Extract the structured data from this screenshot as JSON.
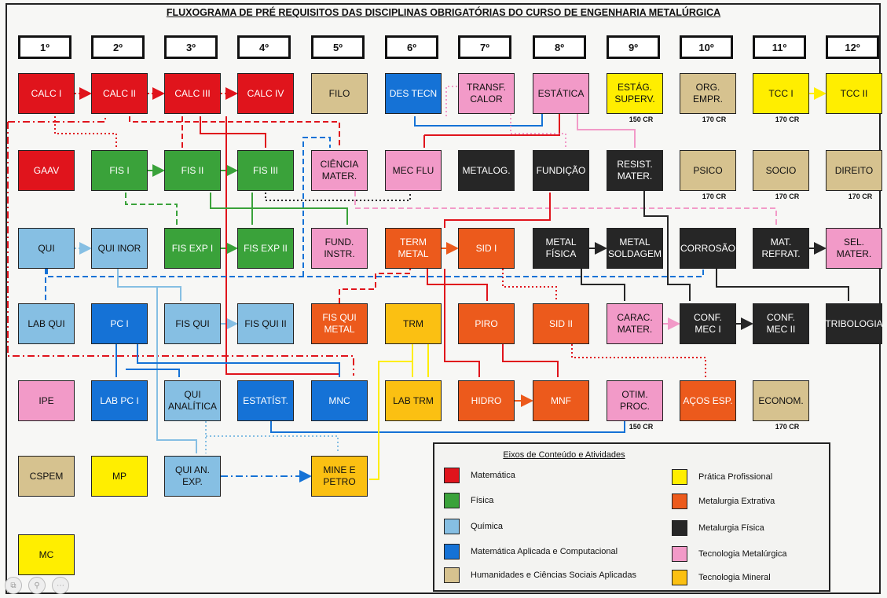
{
  "title": "FLUXOGRAMA DE PRÉ REQUISITOS DAS DISCIPLINAS OBRIGATÓRIAS DO CURSO DE ENGENHARIA METALÚRGICA",
  "colors": {
    "matematica": "#e0141c",
    "fisica": "#3aa23a",
    "quimica": "#86bfe3",
    "mat_aplicada": "#1572d6",
    "humanidades": "#d6c28f",
    "pratica": "#ffee00",
    "extrativa": "#ec5a1c",
    "fisica_met": "#262626",
    "tecnologia": "#f29ac8",
    "mineral": "#fbc012"
  },
  "semesters": [
    "1º",
    "2º",
    "3º",
    "4º",
    "5º",
    "6º",
    "7º",
    "8º",
    "9º",
    "10º",
    "11º",
    "12º"
  ],
  "courses": [
    {
      "id": "calc1",
      "label": "CALC I",
      "group": "matematica",
      "col": 0,
      "row": 0
    },
    {
      "id": "calc2",
      "label": "CALC II",
      "group": "matematica",
      "col": 1,
      "row": 0
    },
    {
      "id": "calc3",
      "label": "CALC III",
      "group": "matematica",
      "col": 2,
      "row": 0
    },
    {
      "id": "calc4",
      "label": "CALC IV",
      "group": "matematica",
      "col": 3,
      "row": 0
    },
    {
      "id": "filo",
      "label": "FILO",
      "group": "humanidades",
      "col": 4,
      "row": 0
    },
    {
      "id": "destecn",
      "label": "DES TECN",
      "group": "mat_aplicada",
      "col": 5,
      "row": 0
    },
    {
      "id": "transf",
      "label": "TRANSF.\nCALOR",
      "group": "tecnologia",
      "col": 6,
      "row": 0
    },
    {
      "id": "estatica",
      "label": "ESTÁTICA",
      "group": "tecnologia",
      "col": 7,
      "row": 0
    },
    {
      "id": "estag",
      "label": "ESTÁG.\nSUPERV.",
      "group": "pratica",
      "col": 8,
      "row": 0,
      "cr": "150 CR"
    },
    {
      "id": "org",
      "label": "ORG.\nEMPR.",
      "group": "humanidades",
      "col": 9,
      "row": 0,
      "cr": "170 CR"
    },
    {
      "id": "tcc1",
      "label": "TCC I",
      "group": "pratica",
      "col": 10,
      "row": 0,
      "cr": "170 CR"
    },
    {
      "id": "tcc2",
      "label": "TCC II",
      "group": "pratica",
      "col": 11,
      "row": 0
    },
    {
      "id": "gaav",
      "label": "GAAV",
      "group": "matematica",
      "col": 0,
      "row": 1
    },
    {
      "id": "fis1",
      "label": "FIS I",
      "group": "fisica",
      "col": 1,
      "row": 1
    },
    {
      "id": "fis2",
      "label": "FIS II",
      "group": "fisica",
      "col": 2,
      "row": 1
    },
    {
      "id": "fis3",
      "label": "FIS III",
      "group": "fisica",
      "col": 3,
      "row": 1
    },
    {
      "id": "ciencia",
      "label": "CIÊNCIA\nMATER.",
      "group": "tecnologia",
      "col": 4,
      "row": 1
    },
    {
      "id": "mecflu",
      "label": "MEC FLU",
      "group": "tecnologia",
      "col": 5,
      "row": 1
    },
    {
      "id": "metalog",
      "label": "METALOG.",
      "group": "fisica_met",
      "col": 6,
      "row": 1
    },
    {
      "id": "fundicao",
      "label": "FUNDIÇÃO",
      "group": "fisica_met",
      "col": 7,
      "row": 1
    },
    {
      "id": "resist",
      "label": "RESIST.\nMATER.",
      "group": "fisica_met",
      "col": 8,
      "row": 1
    },
    {
      "id": "psico",
      "label": "PSICO",
      "group": "humanidades",
      "col": 9,
      "row": 1,
      "cr": "170 CR"
    },
    {
      "id": "socio",
      "label": "SOCIO",
      "group": "humanidades",
      "col": 10,
      "row": 1,
      "cr": "170 CR"
    },
    {
      "id": "direito",
      "label": "DIREITO",
      "group": "humanidades",
      "col": 11,
      "row": 1,
      "cr": "170 CR"
    },
    {
      "id": "qui",
      "label": "QUI",
      "group": "quimica",
      "col": 0,
      "row": 2
    },
    {
      "id": "quiinor",
      "label": "QUI INOR",
      "group": "quimica",
      "col": 1,
      "row": 2
    },
    {
      "id": "fisexp1",
      "label": "FIS EXP I",
      "group": "fisica",
      "col": 2,
      "row": 2
    },
    {
      "id": "fisexp2",
      "label": "FIS EXP II",
      "group": "fisica",
      "col": 3,
      "row": 2
    },
    {
      "id": "fund",
      "label": "FUND.\nINSTR.",
      "group": "tecnologia",
      "col": 4,
      "row": 2
    },
    {
      "id": "term",
      "label": "TERM\nMETAL",
      "group": "extrativa",
      "col": 5,
      "row": 2
    },
    {
      "id": "sid1",
      "label": "SID I",
      "group": "extrativa",
      "col": 6,
      "row": 2
    },
    {
      "id": "metfis",
      "label": "METAL\nFÍSICA",
      "group": "fisica_met",
      "col": 7,
      "row": 2
    },
    {
      "id": "metsold",
      "label": "METAL\nSOLDAGEM",
      "group": "fisica_met",
      "col": 8,
      "row": 2
    },
    {
      "id": "corrosao",
      "label": "CORROSÃO",
      "group": "fisica_met",
      "col": 9,
      "row": 2
    },
    {
      "id": "matrefr",
      "label": "MAT.\nREFRAT.",
      "group": "fisica_met",
      "col": 10,
      "row": 2
    },
    {
      "id": "selmater",
      "label": "SEL.\nMATER.",
      "group": "tecnologia",
      "col": 11,
      "row": 2
    },
    {
      "id": "labqui",
      "label": "LAB QUI",
      "group": "quimica",
      "col": 0,
      "row": 3
    },
    {
      "id": "pc1",
      "label": "PC I",
      "group": "mat_aplicada",
      "col": 1,
      "row": 3
    },
    {
      "id": "fisqui",
      "label": "FIS QUI",
      "group": "quimica",
      "col": 2,
      "row": 3
    },
    {
      "id": "fisqui2",
      "label": "FIS QUI II",
      "group": "quimica",
      "col": 3,
      "row": 3
    },
    {
      "id": "fisquimet",
      "label": "FIS QUI\nMETAL",
      "group": "extrativa",
      "col": 4,
      "row": 3
    },
    {
      "id": "trm",
      "label": "TRM",
      "group": "mineral",
      "col": 5,
      "row": 3
    },
    {
      "id": "piro",
      "label": "PIRO",
      "group": "extrativa",
      "col": 6,
      "row": 3
    },
    {
      "id": "sid2",
      "label": "SID II",
      "group": "extrativa",
      "col": 7,
      "row": 3
    },
    {
      "id": "carac",
      "label": "CARAC.\nMATER.",
      "group": "tecnologia",
      "col": 8,
      "row": 3
    },
    {
      "id": "confmec1",
      "label": "CONF.\nMEC I",
      "group": "fisica_met",
      "col": 9,
      "row": 3
    },
    {
      "id": "confmec2",
      "label": "CONF.\nMEC II",
      "group": "fisica_met",
      "col": 10,
      "row": 3
    },
    {
      "id": "tribo",
      "label": "TRIBOLOGIA",
      "group": "fisica_met",
      "col": 11,
      "row": 3
    },
    {
      "id": "ipe",
      "label": "IPE",
      "group": "tecnologia",
      "col": 0,
      "row": 4
    },
    {
      "id": "labpc1",
      "label": "LAB PC I",
      "group": "mat_aplicada",
      "col": 1,
      "row": 4
    },
    {
      "id": "quianal",
      "label": "QUI\nANALÍTICA",
      "group": "quimica",
      "col": 2,
      "row": 4
    },
    {
      "id": "estatist",
      "label": "ESTATÍST.",
      "group": "mat_aplicada",
      "col": 3,
      "row": 4
    },
    {
      "id": "mnc",
      "label": "MNC",
      "group": "mat_aplicada",
      "col": 4,
      "row": 4
    },
    {
      "id": "labtrm",
      "label": "LAB TRM",
      "group": "mineral",
      "col": 5,
      "row": 4
    },
    {
      "id": "hidro",
      "label": "HIDRO",
      "group": "extrativa",
      "col": 6,
      "row": 4
    },
    {
      "id": "mnf",
      "label": "MNF",
      "group": "extrativa",
      "col": 7,
      "row": 4
    },
    {
      "id": "otim",
      "label": "OTIM.\nPROC.",
      "group": "tecnologia",
      "col": 8,
      "row": 4,
      "cr": "150 CR"
    },
    {
      "id": "acos",
      "label": "AÇOS ESP.",
      "group": "extrativa",
      "col": 9,
      "row": 4
    },
    {
      "id": "econom",
      "label": "ECONOM.",
      "group": "humanidades",
      "col": 10,
      "row": 4,
      "cr": "170 CR"
    },
    {
      "id": "cspem",
      "label": "CSPEM",
      "group": "humanidades",
      "col": 0,
      "row": 5
    },
    {
      "id": "mp",
      "label": "MP",
      "group": "pratica",
      "col": 1,
      "row": 5
    },
    {
      "id": "quianexp",
      "label": "QUI AN.\nEXP.",
      "group": "quimica",
      "col": 2,
      "row": 5
    },
    {
      "id": "mine",
      "label": "MINE E\nPETRO",
      "group": "mineral",
      "col": 4,
      "row": 5
    },
    {
      "id": "mc",
      "label": "MC",
      "group": "pratica",
      "col": 0,
      "row": 6
    }
  ],
  "links": [
    {
      "from": "calc1",
      "to": "calc2",
      "color": "matematica",
      "style": "dot"
    },
    {
      "from": "calc2",
      "to": "calc3",
      "color": "matematica",
      "style": "dot"
    },
    {
      "from": "calc3",
      "to": "calc4",
      "color": "matematica",
      "style": "dot"
    },
    {
      "from": "tcc1",
      "to": "tcc2",
      "color": "pratica",
      "style": "solid"
    },
    {
      "from": "fis1",
      "to": "fis2",
      "color": "fisica",
      "style": "dash"
    },
    {
      "from": "fis2",
      "to": "fis3",
      "color": "fisica",
      "style": "dash"
    },
    {
      "from": "fisexp1",
      "to": "fisexp2",
      "color": "fisica",
      "style": "solid"
    },
    {
      "from": "qui",
      "to": "quiinor",
      "color": "quimica",
      "style": "dot"
    },
    {
      "from": "fisqui",
      "to": "fisqui2",
      "color": "quimica",
      "style": "solid"
    },
    {
      "from": "term",
      "to": "sid1",
      "color": "extrativa",
      "style": "solid"
    },
    {
      "from": "metfis",
      "to": "metsold",
      "color": "fisica_met",
      "style": "solid"
    },
    {
      "from": "matrefr",
      "to": "selmater",
      "color": "fisica_met",
      "style": "solid"
    },
    {
      "from": "carac",
      "to": "confmec1",
      "color": "tecnologia",
      "style": "solid"
    },
    {
      "from": "confmec1",
      "to": "confmec2",
      "color": "fisica_met",
      "style": "solid"
    },
    {
      "from": "hidro",
      "to": "mnf",
      "color": "extrativa",
      "style": "solid"
    },
    {
      "from": "quianexp",
      "to": "mine",
      "color": "mat_aplicada",
      "style": "dashdot"
    }
  ],
  "legend": {
    "title": "Eixos de Conteúdo e  Atividades",
    "items": [
      {
        "label": "Matemática",
        "color": "matematica"
      },
      {
        "label": "Física",
        "color": "fisica"
      },
      {
        "label": "Química",
        "color": "quimica"
      },
      {
        "label": "Matemática Aplicada e Computacional",
        "color": "mat_aplicada"
      },
      {
        "label": "Humanidades e Ciências Sociais Aplicadas",
        "color": "humanidades"
      },
      {
        "label": "Prática Profissional",
        "color": "pratica"
      },
      {
        "label": "Metalurgia Extrativa",
        "color": "extrativa"
      },
      {
        "label": "Metalurgia Física",
        "color": "fisica_met"
      },
      {
        "label": "Tecnologia  Metalúrgica",
        "color": "tecnologia"
      },
      {
        "label": "Tecnologia Mineral",
        "color": "mineral"
      }
    ]
  },
  "toolbar": [
    {
      "name": "fullscreen-icon",
      "glyph": "⧉"
    },
    {
      "name": "zoom-icon",
      "glyph": "⚲"
    },
    {
      "name": "more-icon",
      "glyph": "⋯"
    }
  ]
}
